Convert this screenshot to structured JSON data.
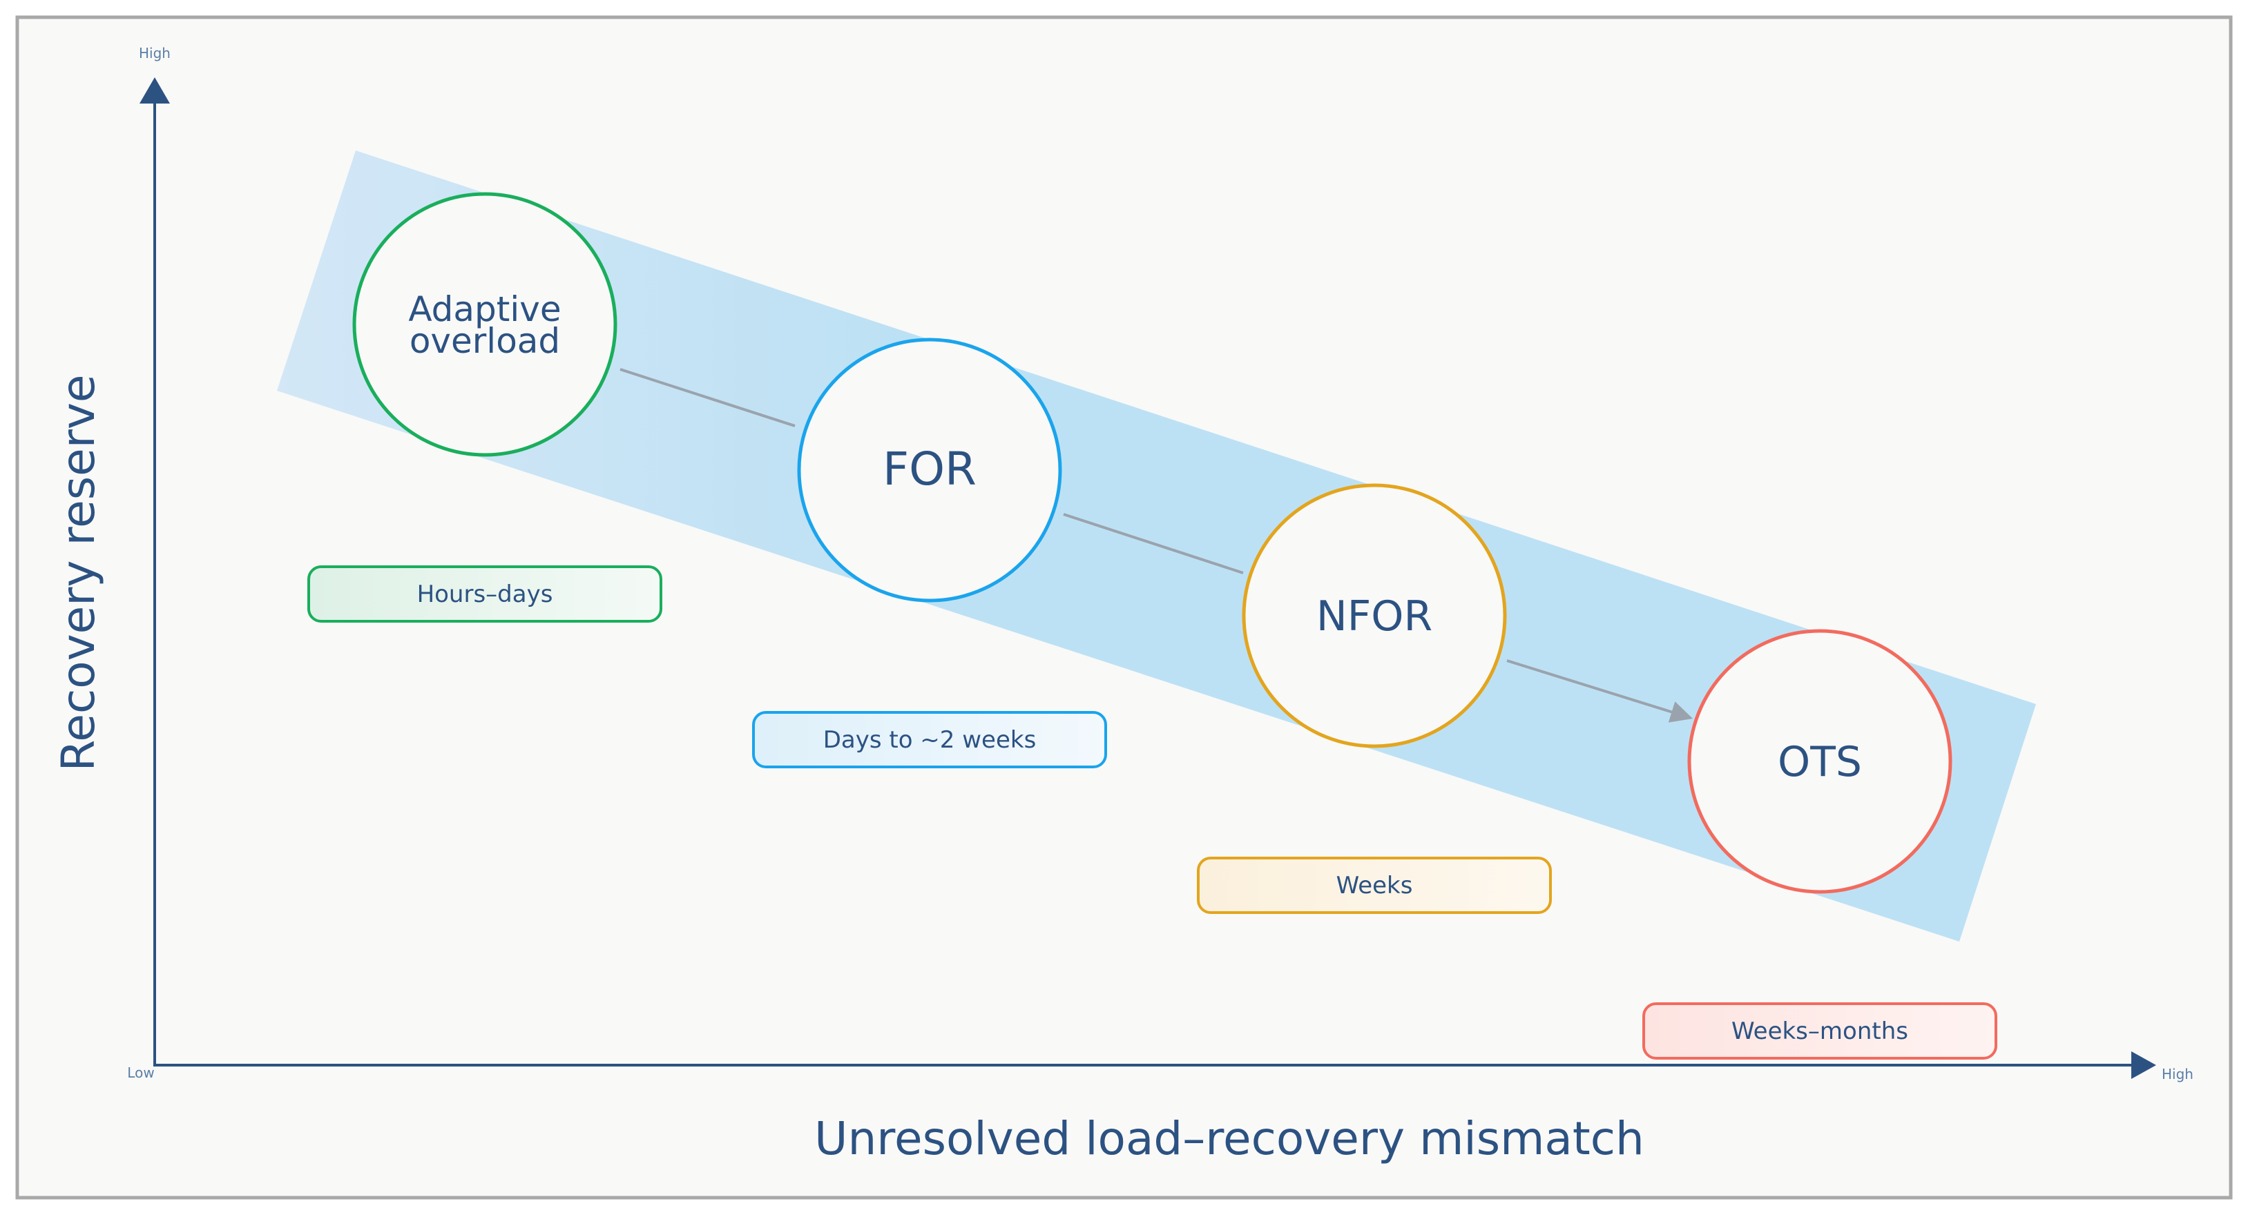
{
  "axes": {
    "x_label": "Unresolved load–recovery mismatch",
    "y_label": "Recovery reserve",
    "x_low": "Low",
    "x_high": "High",
    "y_high": "High"
  },
  "stages": [
    {
      "label_lines": [
        "Adaptive",
        "overload"
      ],
      "duration": "Hours–days",
      "color": "#1aae5c",
      "fill": "#e3f4ea"
    },
    {
      "label_lines": [
        "FOR"
      ],
      "duration": "Days to ~2 weeks",
      "color": "#1aa4ec",
      "fill": "#e3f3fc"
    },
    {
      "label_lines": [
        "NFOR"
      ],
      "duration": "Weeks",
      "color": "#e3a51e",
      "fill": "#fcf2df"
    },
    {
      "label_lines": [
        "OTS"
      ],
      "duration": "Weeks–months",
      "color": "#f26b5e",
      "fill": "#fde9e6"
    }
  ],
  "colors": {
    "text": "#2c5282",
    "axis": "#2c5282",
    "band": "#bde1f4",
    "connector": "#9aa3ad",
    "frame": "#a9a9a9",
    "background": "#f9f9f8"
  }
}
